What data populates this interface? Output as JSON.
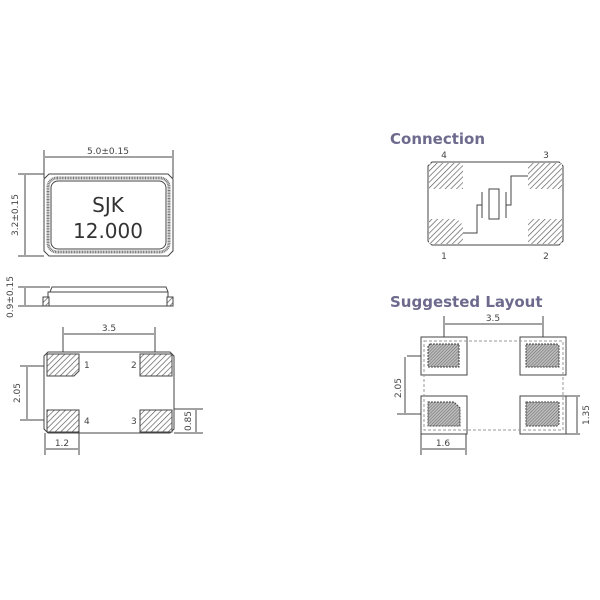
{
  "top_view": {
    "marking_line1": "SJK",
    "marking_line2": "12.000",
    "dim_width": "5.0±0.15",
    "dim_height": "3.2±0.15"
  },
  "side_view": {
    "dim_thickness": "0.9±0.15"
  },
  "bottom_view": {
    "dim_pad_pitch_x": "3.5",
    "dim_pad_pitch_y": "2.05",
    "dim_pad_width": "1.2",
    "dim_pad_height": "0.85",
    "pin_labels": [
      "1",
      "2",
      "3",
      "4"
    ]
  },
  "connection": {
    "title": "Connection",
    "pin_labels": [
      "1",
      "2",
      "3",
      "4"
    ]
  },
  "suggested_layout": {
    "title": "Suggested Layout",
    "dim_pitch_x": "3.5",
    "dim_pitch_y": "2.05",
    "dim_land_width": "1.6",
    "dim_land_height": "1.35"
  },
  "colors": {
    "title": "#6e6a8e",
    "line": "#444444",
    "hatch": "#555555"
  }
}
